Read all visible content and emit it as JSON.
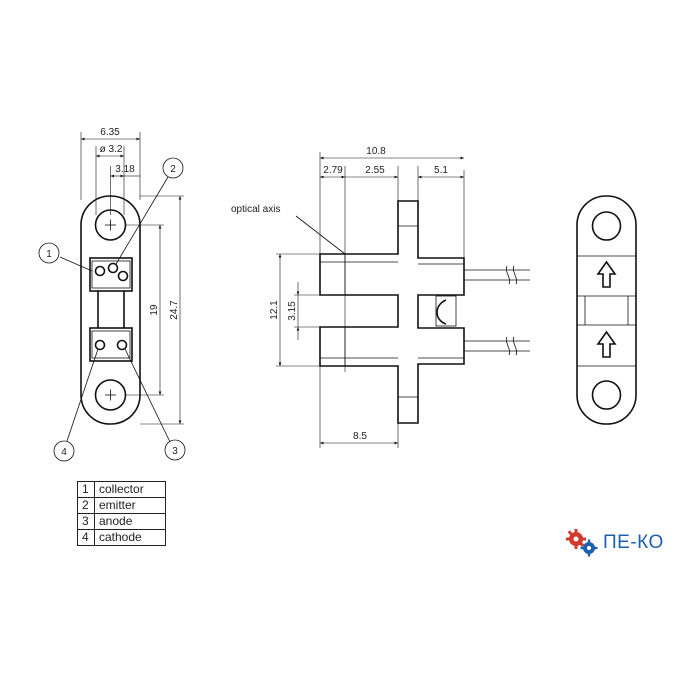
{
  "dimensions": {
    "width_total": "6.35",
    "hole_dia": "ø 3.2",
    "hole_offset": "3.18",
    "length_total": "24.7",
    "pitch": "19",
    "side_width": "10.8",
    "side_a": "2.79",
    "side_b": "2.55",
    "side_c": "5.1",
    "height_outer": "12.1",
    "height_gap": "3.15",
    "depth": "8.5"
  },
  "labels": {
    "optical_axis": "optical axis"
  },
  "callouts": [
    "1",
    "2",
    "3",
    "4"
  ],
  "pins": [
    {
      "num": "1",
      "name": "collector"
    },
    {
      "num": "2",
      "name": "emitter"
    },
    {
      "num": "3",
      "name": "anode"
    },
    {
      "num": "4",
      "name": "cathode"
    }
  ],
  "logo": {
    "text": "ПЕ-КО",
    "color": "#1f5fb0",
    "gear_colors": [
      "#d23b2b",
      "#1f5fb0"
    ]
  }
}
